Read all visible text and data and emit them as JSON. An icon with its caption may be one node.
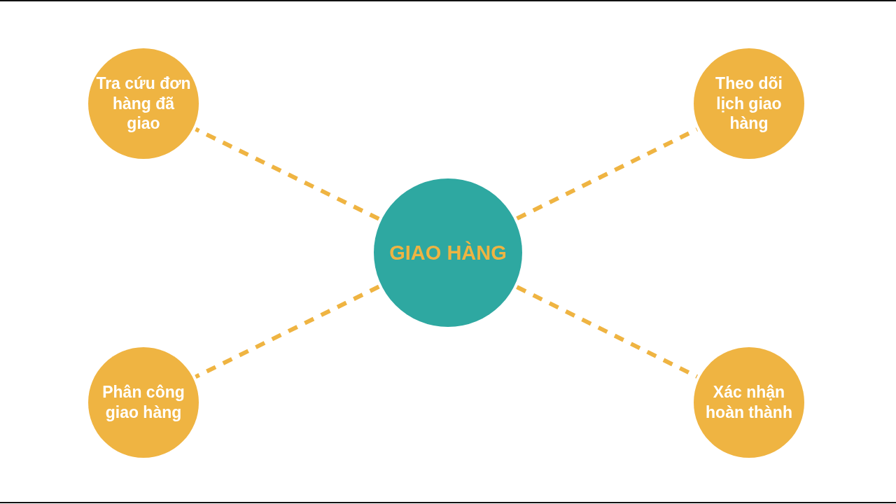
{
  "diagram": {
    "nodes": [
      {
        "text": [
          "Tra cứu đơn hàng đã giao"
        ]
      },
      {
        "text": [
          "Theo dõi lịch giao hàng"
        ]
      },
      {
        "text": [
          "GIAO HÀNG"
        ]
      },
      {
        "text": [
          "Phân công giao hàng"
        ]
      },
      {
        "text": [
          "Xác nhận hoàn thành"
        ]
      }
    ],
    "edges": [
      {
        "from": 2,
        "to": 0,
        "arrow": "none",
        "style": "dashed"
      },
      {
        "from": 2,
        "to": 1,
        "arrow": "none",
        "style": "dashed"
      },
      {
        "from": 2,
        "to": 3,
        "arrow": "none",
        "style": "dashed"
      },
      {
        "from": 2,
        "to": 4,
        "arrow": "none",
        "style": "dashed"
      }
    ]
  }
}
